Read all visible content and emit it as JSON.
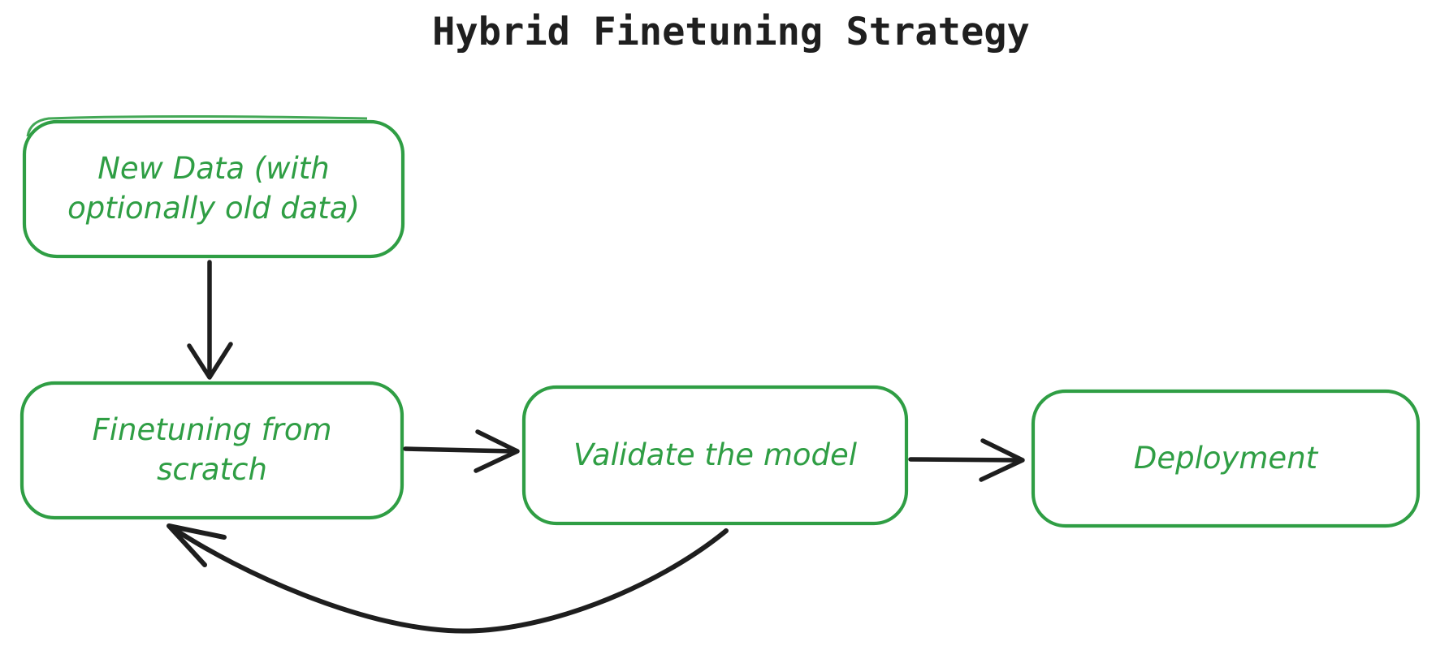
{
  "title": "Hybrid Finetuning Strategy",
  "colors": {
    "node_stroke": "#2f9e44",
    "node_text": "#2f9e44",
    "arrow": "#1e1e1e",
    "title_text": "#1f1f1f",
    "background": "#ffffff"
  },
  "nodes": [
    {
      "id": "new-data",
      "lines": [
        "New Data (with",
        "optionally old data)"
      ]
    },
    {
      "id": "finetuning-from-scratch",
      "lines": [
        "Finetuning from",
        "scratch"
      ]
    },
    {
      "id": "validate-the-model",
      "lines": [
        "Validate the model"
      ]
    },
    {
      "id": "deployment",
      "lines": [
        "Deployment"
      ]
    }
  ],
  "edges": [
    {
      "from": "new-data",
      "to": "finetuning-from-scratch",
      "shape": "straight-down"
    },
    {
      "from": "finetuning-from-scratch",
      "to": "validate-the-model",
      "shape": "straight-right"
    },
    {
      "from": "validate-the-model",
      "to": "deployment",
      "shape": "straight-right"
    },
    {
      "from": "validate-the-model",
      "to": "finetuning-from-scratch",
      "shape": "curved-feedback-loop"
    }
  ]
}
